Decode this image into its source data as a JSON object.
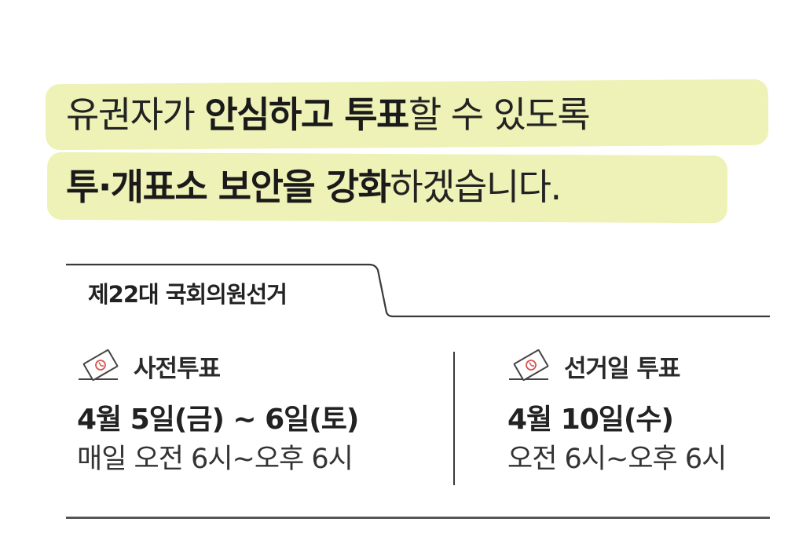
{
  "headline": {
    "line1": {
      "part1": "유권자가 ",
      "bold1": "안심하고 투표",
      "part2": "할 수 있도록"
    },
    "line2": {
      "bold1": "투·개표소 보안을 강화",
      "part2": "하겠습니다."
    },
    "highlight_color": "#eef2b6"
  },
  "election": {
    "title": "제22대 국회의원선거"
  },
  "early_voting": {
    "label": "사전투표",
    "date": "4월 5일(금) ~ 6일(토)",
    "time": "매일 오전 6시~오후 6시",
    "icon": "ballot-box-icon"
  },
  "election_day": {
    "label": "선거일 투표",
    "date": "4월 10일(수)",
    "time": "오전 6시~오후 6시",
    "icon": "ballot-box-icon"
  },
  "colors": {
    "stamp_red": "#d9534f",
    "text_dark": "#222222"
  }
}
